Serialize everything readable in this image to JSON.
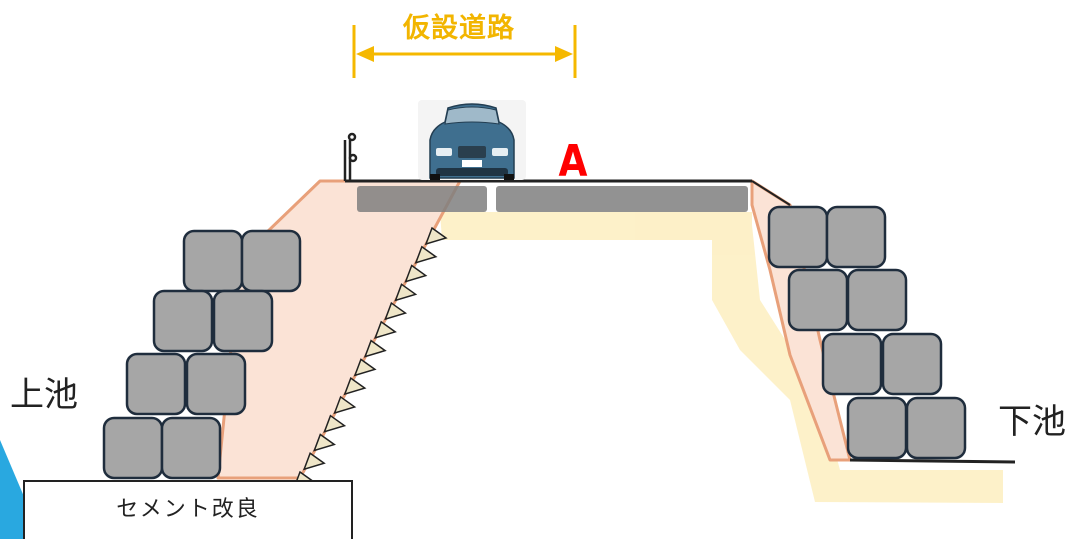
{
  "labels": {
    "temporary_road": "仮設道路",
    "marker": "A",
    "upper_pond": "上池",
    "lower_pond": "下池",
    "cement_improvement": "セメント改良"
  },
  "colors": {
    "dimension_line": "#f5b800",
    "marker": "#ff0000",
    "fill_soil": "#fbe3d6",
    "fill_edge": "#e8a07a",
    "block": "#a6a6a6",
    "block_edge": "#1f2d3d",
    "base_course": "#fdf0c6",
    "pavement": "#7f7f7f",
    "accent_edge": "#29a8e0"
  },
  "icons": [
    "car-icon",
    "guardrail-post-icon",
    "slope-hatching-icon",
    "stone-block-icon"
  ]
}
